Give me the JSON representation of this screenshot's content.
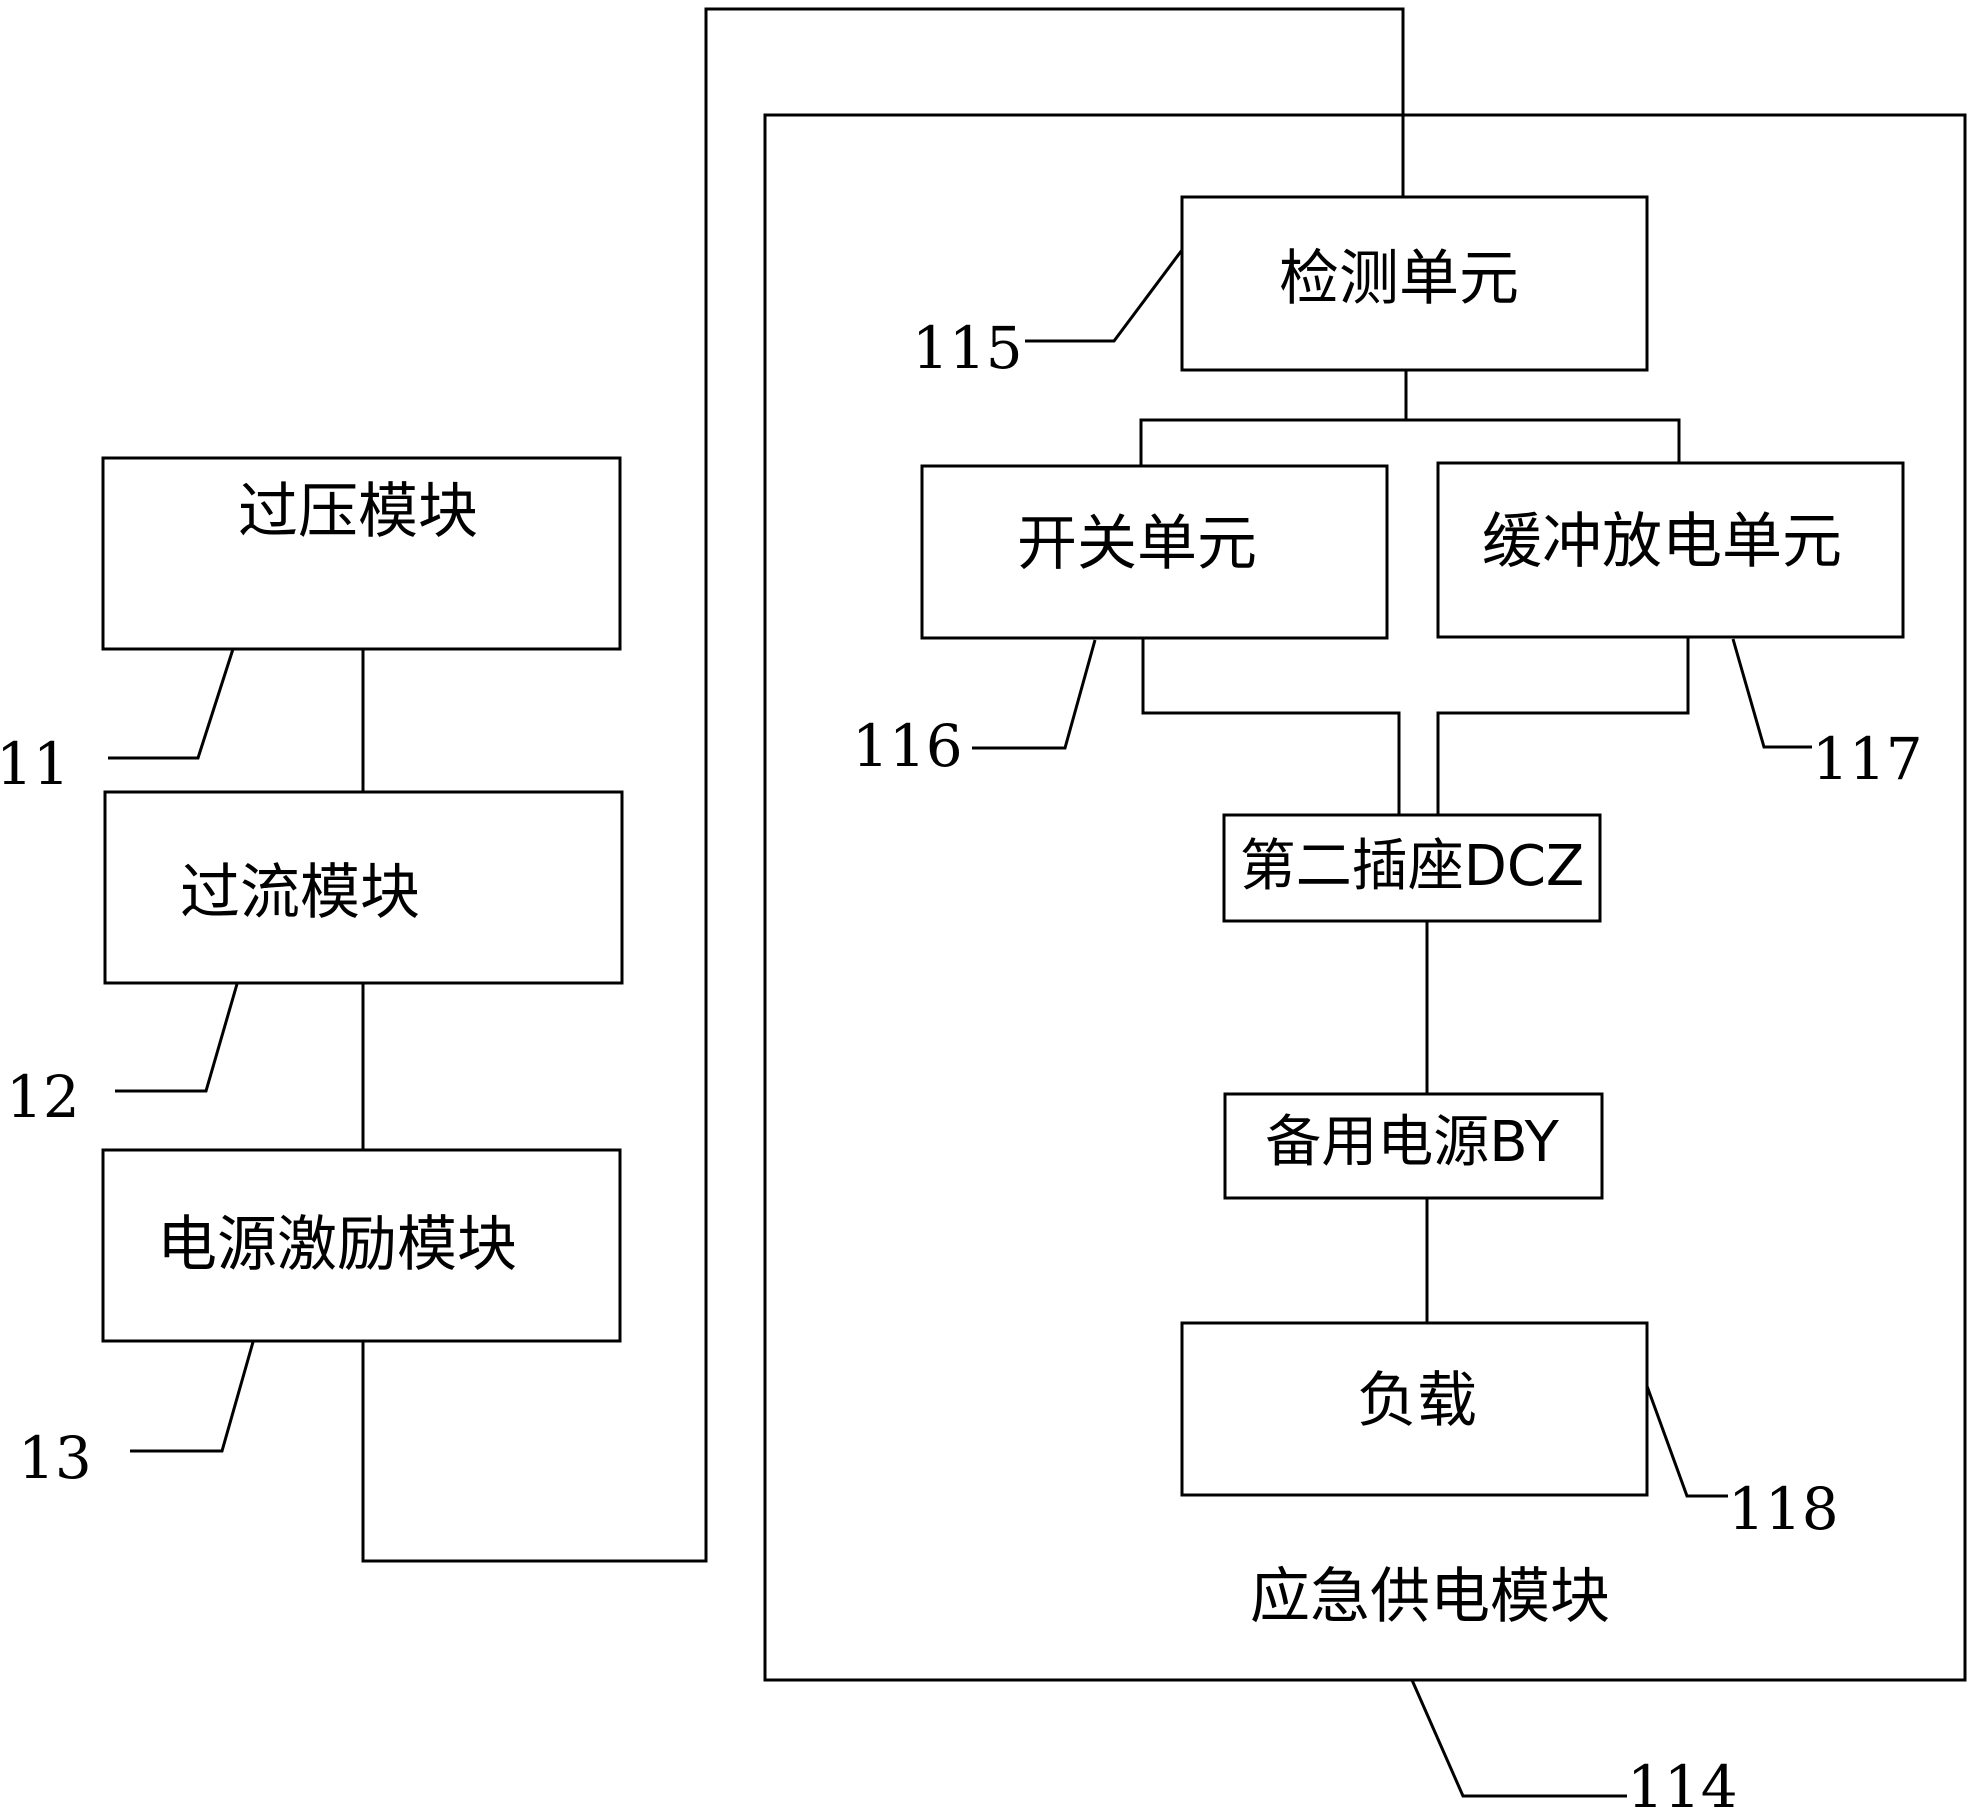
{
  "blocks": {
    "overvoltage": "过压模块",
    "overcurrent": "过流模块",
    "excitation": "电源激励模块",
    "detection": "检测单元",
    "switch": "开关单元",
    "buffer": "缓冲放电单元",
    "socket": "第二插座DCZ",
    "backup": "备用电源BY",
    "load": "负载",
    "emergency": "应急供电模块"
  },
  "refs": {
    "r11": "11",
    "r12": "12",
    "r13": "13",
    "r114": "114",
    "r115": "115",
    "r116": "116",
    "r117": "117",
    "r118": "118"
  }
}
